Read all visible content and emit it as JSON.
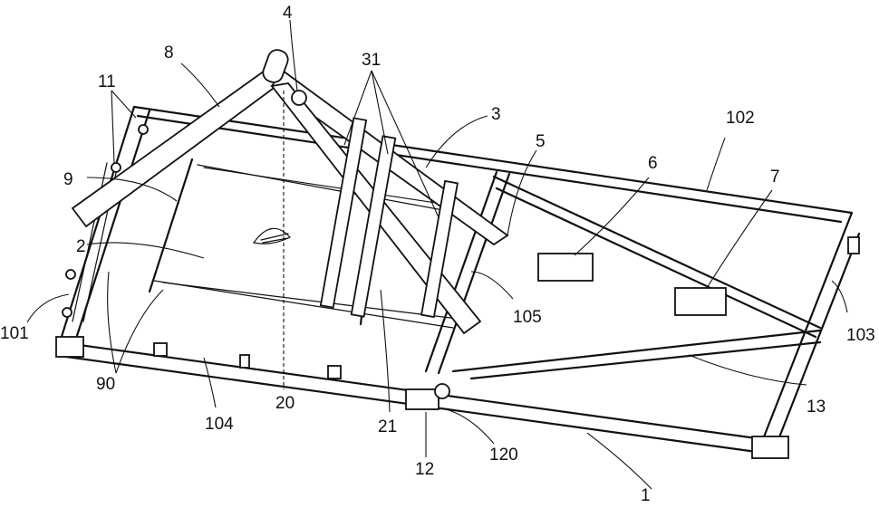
{
  "labels": {
    "l1": "1",
    "l2": "2",
    "l3": "3",
    "l4": "4",
    "l5": "5",
    "l6": "6",
    "l7": "7",
    "l8": "8",
    "l9": "9",
    "l11": "11",
    "l12": "12",
    "l13": "13",
    "l20": "20",
    "l21": "21",
    "l31": "31",
    "l90": "90",
    "l101": "101",
    "l102": "102",
    "l103": "103",
    "l104": "104",
    "l105": "105",
    "l120": "120"
  }
}
